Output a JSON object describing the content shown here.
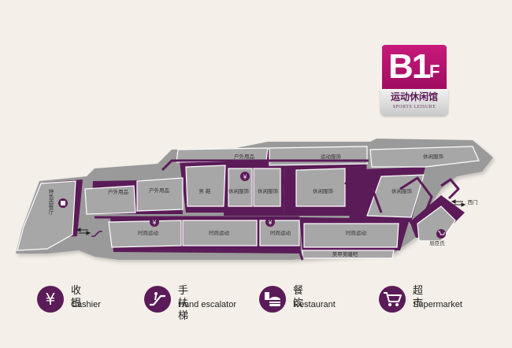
{
  "floor": {
    "number": "B1",
    "suffix": "F",
    "name_zh": "运动休闲馆",
    "name_en": "SPORTS LEISURE"
  },
  "colors": {
    "accent": "#5b1b58",
    "badge": "#b3126c",
    "floor_fill": "#9c9c9c",
    "store_fill": "#a6a6a6"
  },
  "map_labels": {
    "outdoor_1": "户外用品",
    "outdoor_2": "户外用品",
    "outdoor_3": "户外用品",
    "sports_apparel": "运动服饰",
    "leisure_apparel_1": "休闲服饰",
    "leisure_apparel_2": "休闲服饰",
    "leisure_apparel_3": "休闲服饰",
    "leisure_apparel_4": "休闲服饰",
    "leisure_apparel_5": "休闲服饰",
    "mens": "男 鞋",
    "fashion_sports_1": "时尚运动",
    "fashion_sports_2": "时尚运动",
    "fashion_sports_3": "时尚运动",
    "fashion_sports_4": "时尚运动",
    "beauty_nail": "美甲美睫吧",
    "restaurant_bar": "特色西餐厅",
    "supermarket": "屈臣氏",
    "west_gate": "西门"
  },
  "legend": [
    {
      "icon": "yen-icon",
      "zh": "收 银",
      "en": "Cashier"
    },
    {
      "icon": "escalator-icon",
      "zh": "手扶梯",
      "en": "Hand escalator"
    },
    {
      "icon": "restaurant-icon",
      "zh": "餐饮",
      "en": "Restaurant"
    },
    {
      "icon": "cart-icon",
      "zh": "超市",
      "en": "Supermarket"
    }
  ]
}
